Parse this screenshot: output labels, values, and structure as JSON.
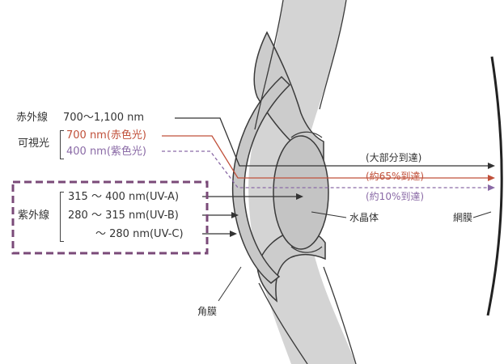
{
  "colors": {
    "infrared": "#333333",
    "red_light": "#c0503a",
    "violet_light": "#8a6aa6",
    "uv": "#333333",
    "dashed_box": "#7a4a78",
    "lens_fill": "#c8c8c8",
    "tissue_fill": "#d2d2d2",
    "outline": "#3a3a3a"
  },
  "left_labels": {
    "infrared_name": "赤外線",
    "infrared_range": "700～1,100 nm",
    "visible_name": "可視光",
    "visible_red": "700 nm(赤色光)",
    "visible_violet": "400 nm(紫色光)",
    "uv_name": "紫外線",
    "uv_a": "315 ～ 400 nm(UV-A)",
    "uv_b": "280 ～ 315 nm(UV-B)",
    "uv_c": "～ 280 nm(UV-C)"
  },
  "right_labels": {
    "most_reach": "(大部分到達)",
    "reach_65": "(約65%到達)",
    "reach_10": "(約10%到達)"
  },
  "parts": {
    "lens": "水晶体",
    "retina": "網膜",
    "cornea": "角膜"
  }
}
